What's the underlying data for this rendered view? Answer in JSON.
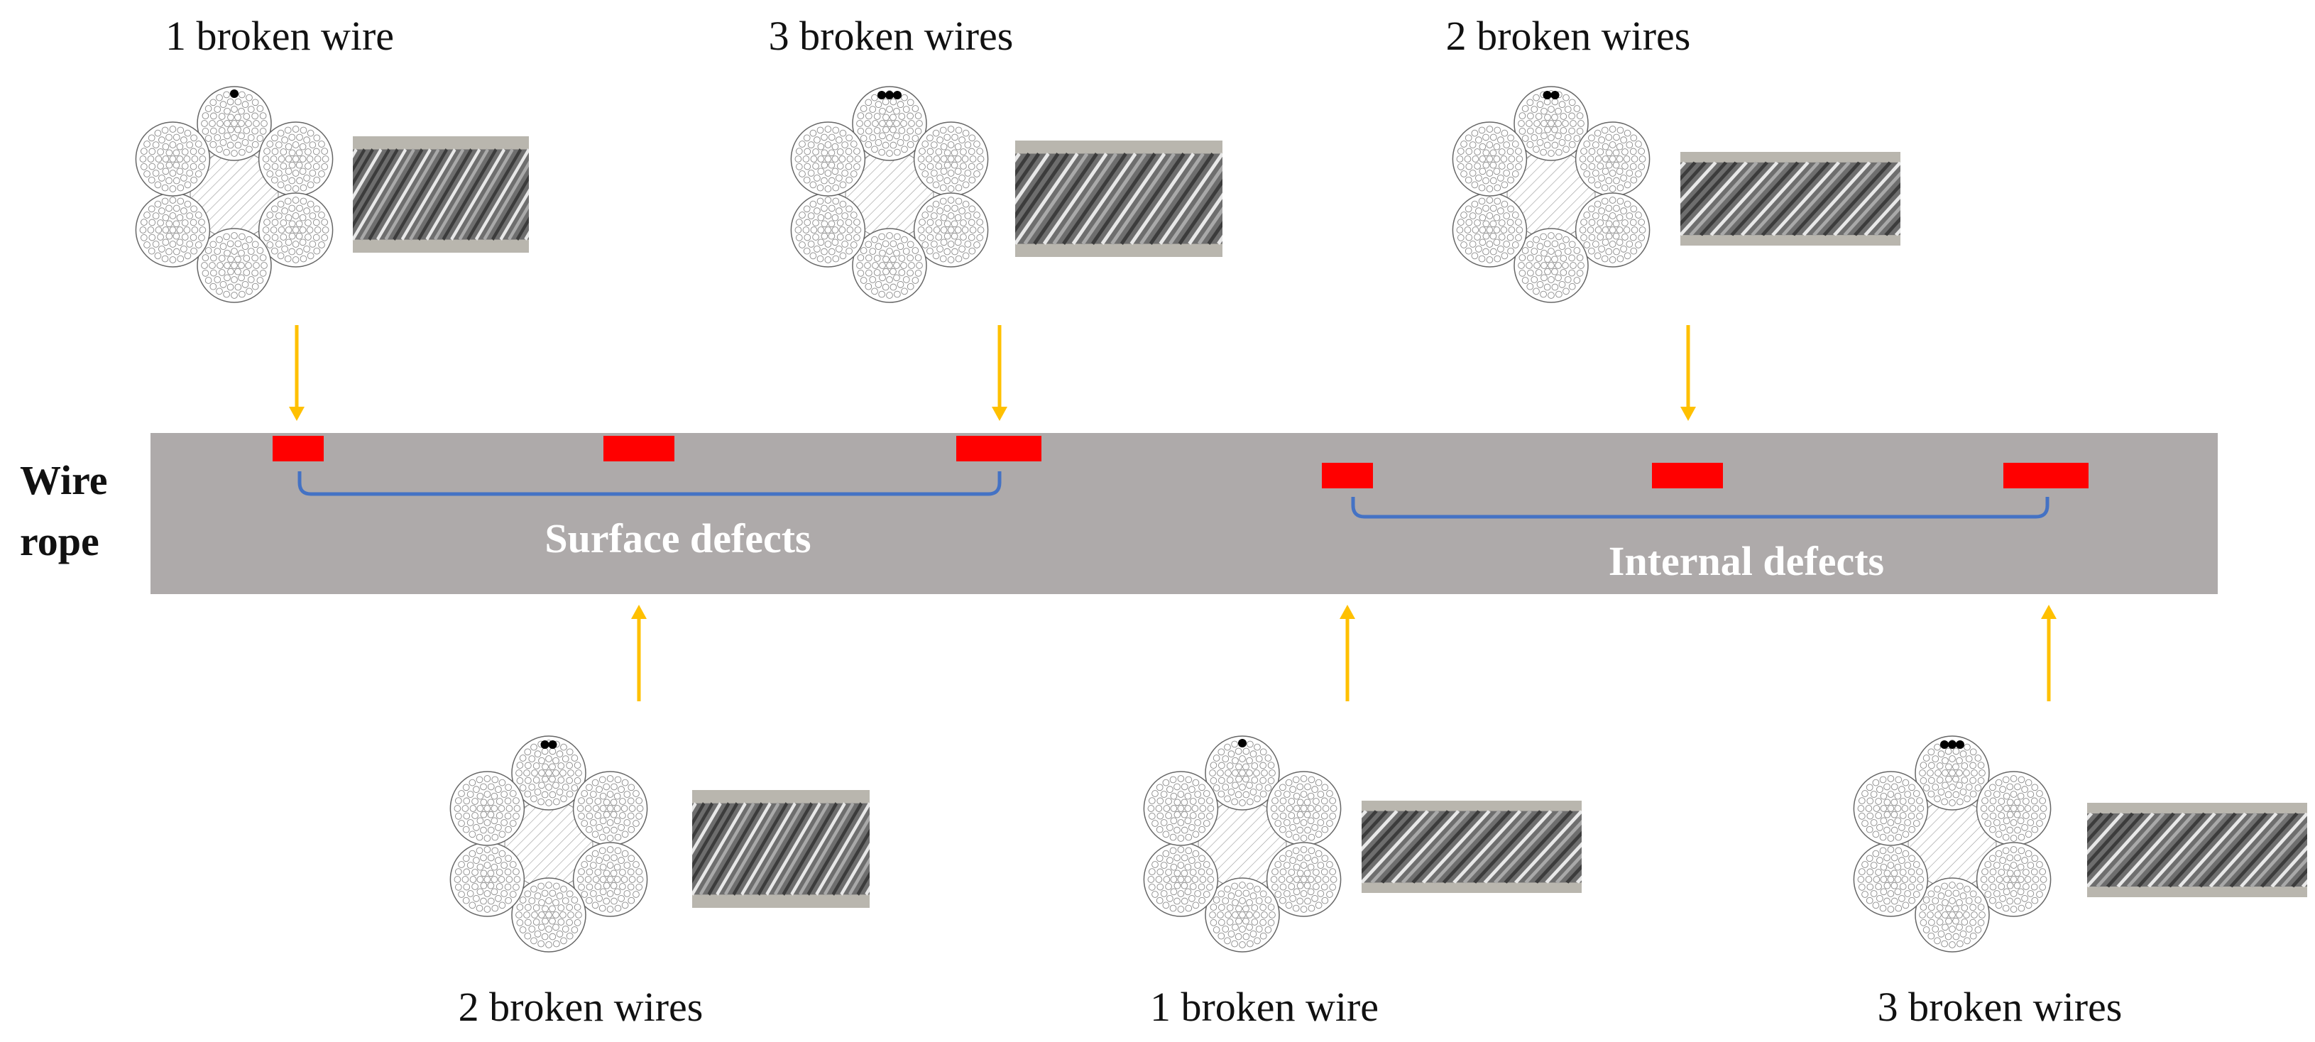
{
  "rope": {
    "label_line1": "Wire",
    "label_line2": "rope",
    "color": "#aeaaaa"
  },
  "defect_color": "#ff0000",
  "arrow_color": "#ffc000",
  "bracket_color": "#4472c4",
  "groups": {
    "surface": "Surface defects",
    "internal": "Internal defects"
  },
  "samples": [
    {
      "label": "1 broken wire",
      "broken": 1
    },
    {
      "label": "3 broken wires",
      "broken": 3
    },
    {
      "label": "2 broken wires",
      "broken": 2
    },
    {
      "label": "2 broken wires",
      "broken": 2
    },
    {
      "label": "1 broken wire",
      "broken": 1
    },
    {
      "label": "3 broken wires",
      "broken": 3
    }
  ]
}
